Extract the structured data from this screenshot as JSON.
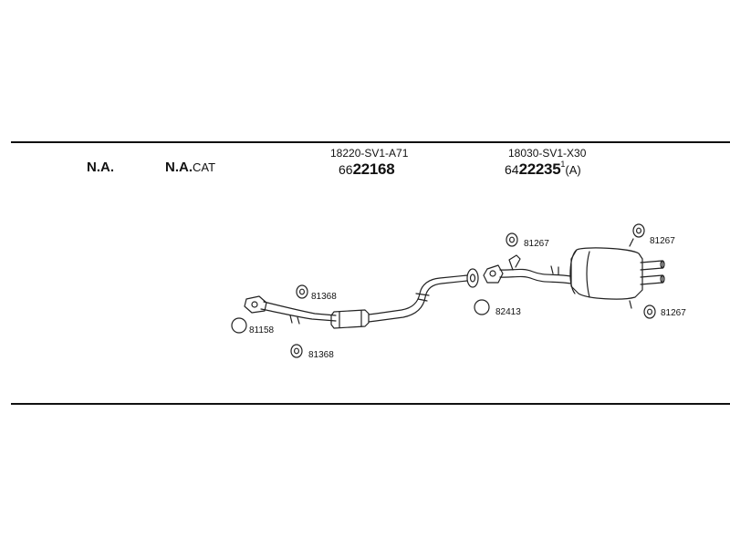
{
  "header": {
    "col1": "N.A.",
    "col2_main": "N.A.",
    "col2_suffix": "CAT"
  },
  "parts": {
    "front_pipe": {
      "oem": "18220-SV1-A71",
      "prefix": "66",
      "number": "22168"
    },
    "rear_muffler": {
      "oem": "18030-SV1-X30",
      "prefix": "64",
      "number": "22235",
      "superscript": "1",
      "suffix": "(A)"
    }
  },
  "labels": {
    "mount_81368_top": "81368",
    "ring_81158": "81158",
    "mount_81368_bottom": "81368",
    "ring_82413": "82413",
    "mount_81267_left": "81267",
    "mount_81267_right_top": "81267",
    "mount_81267_right_bottom": "81267"
  }
}
